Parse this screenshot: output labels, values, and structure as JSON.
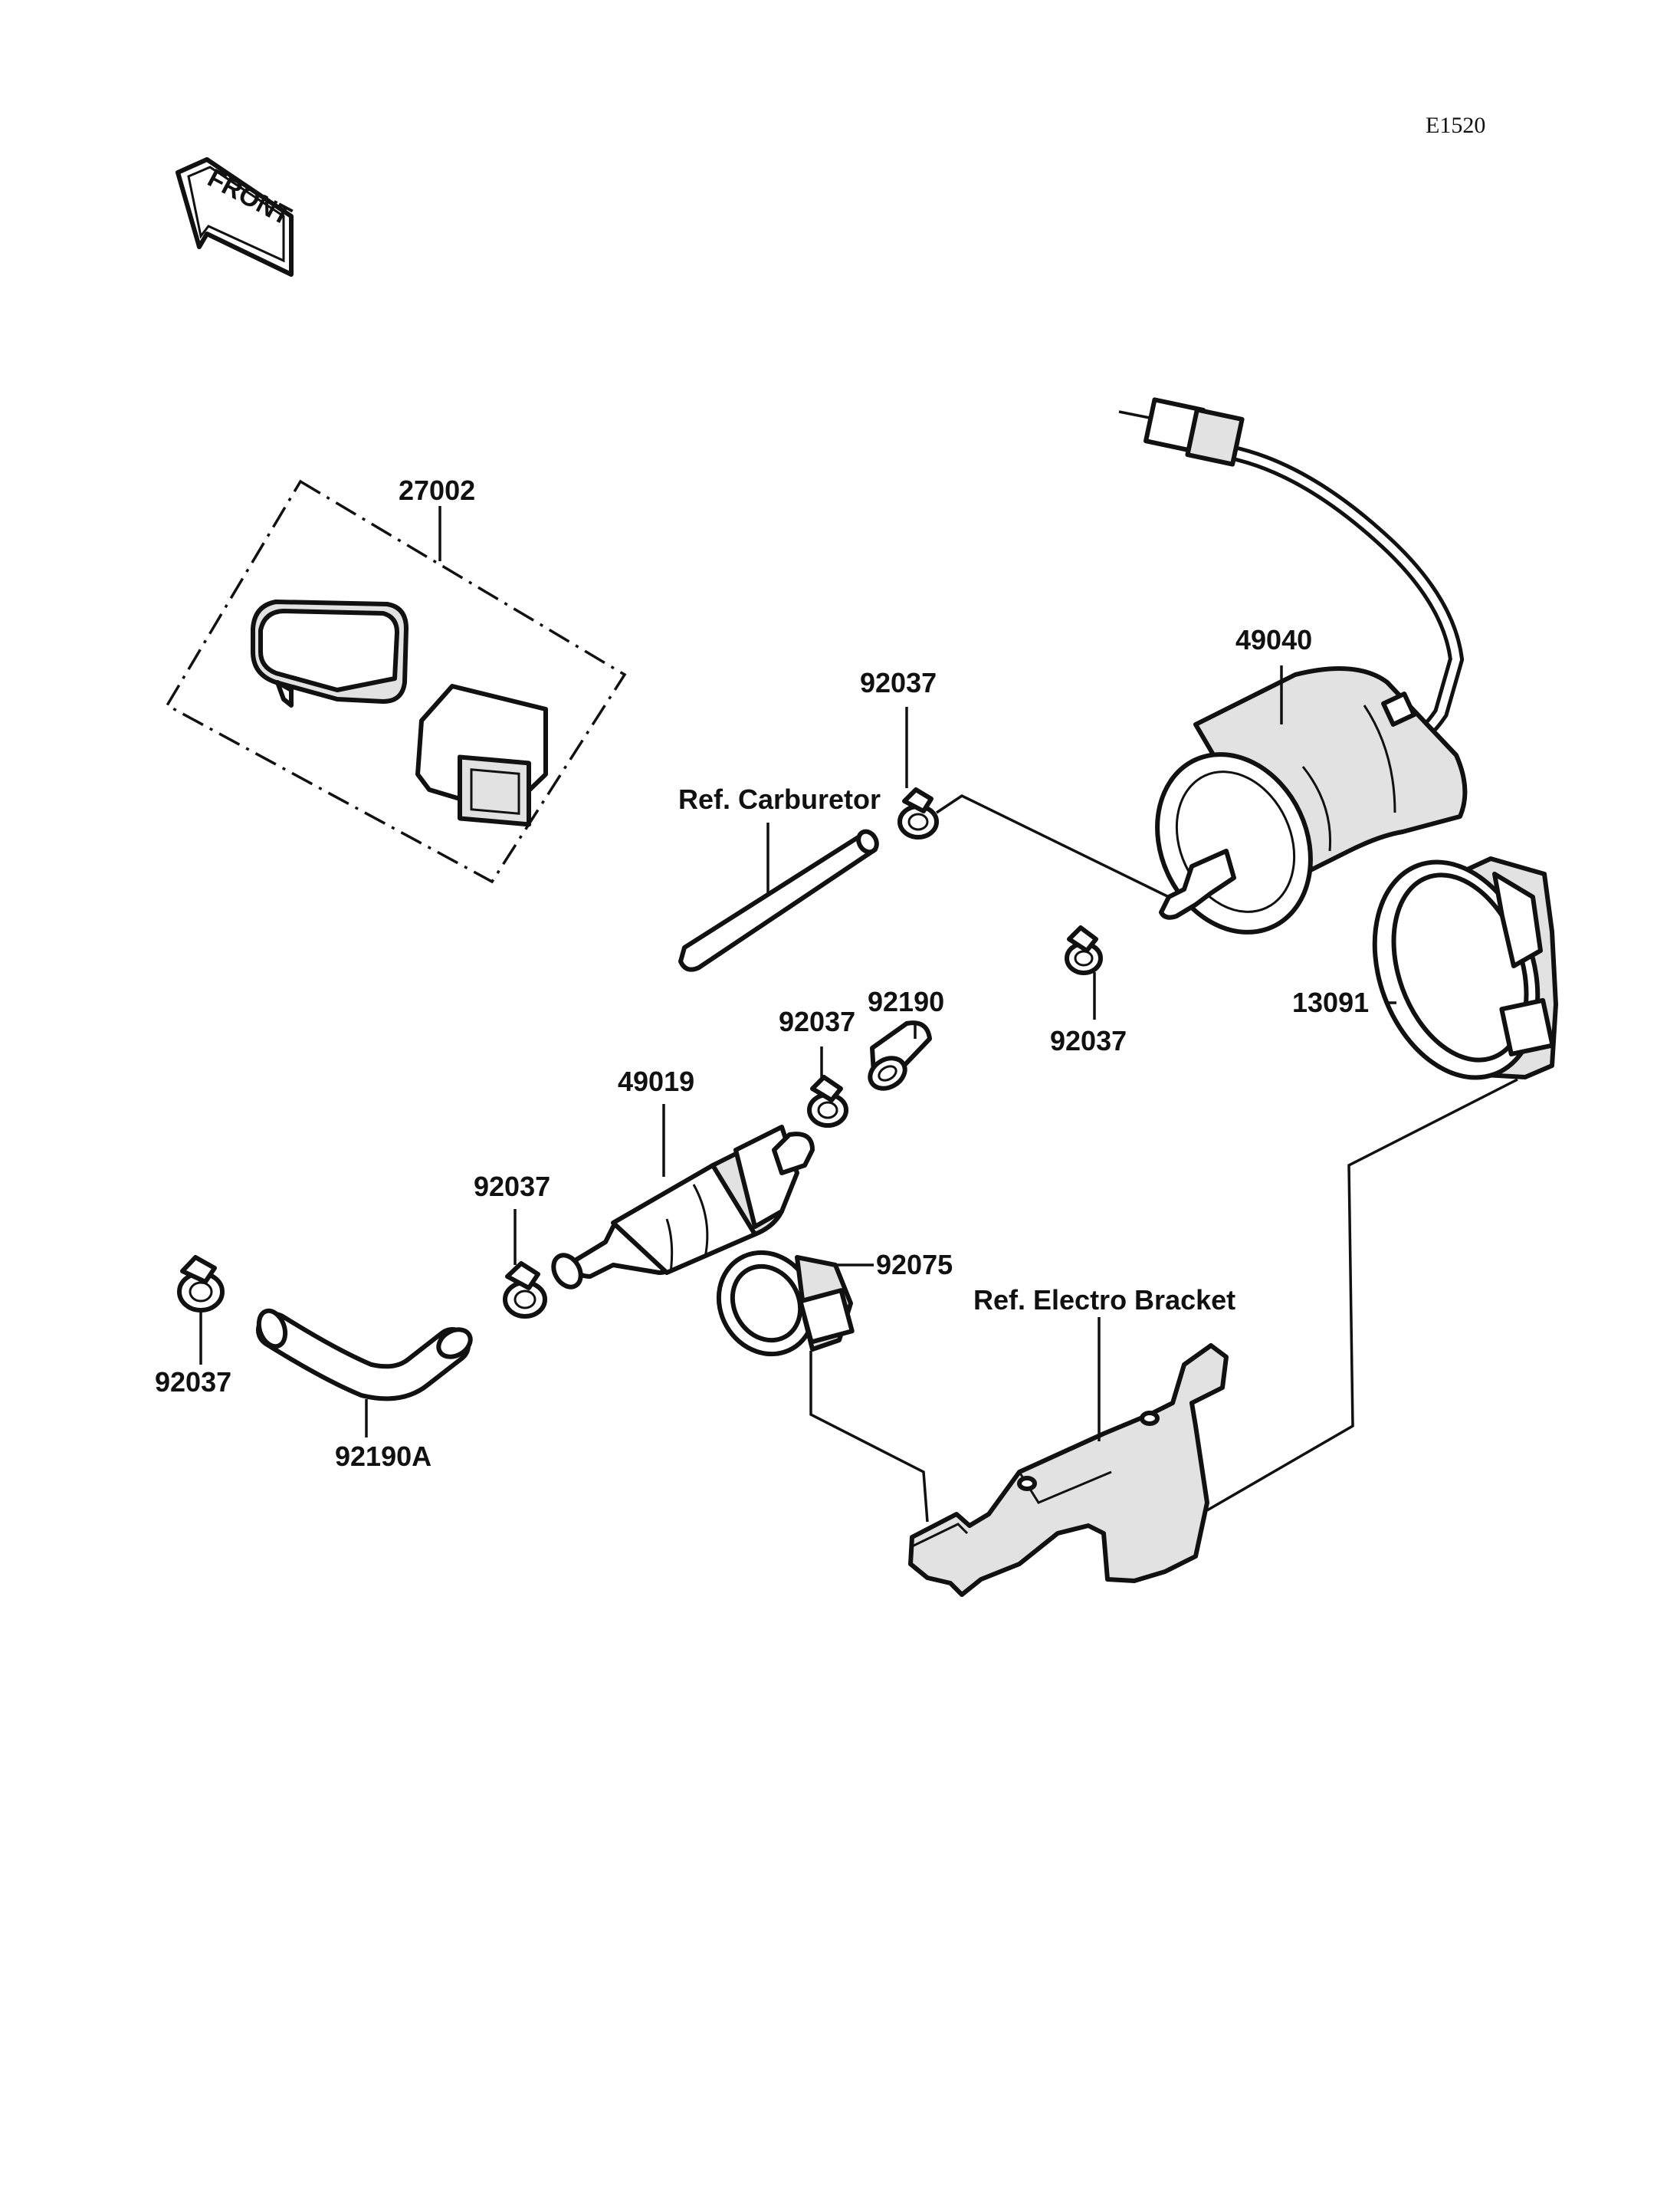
{
  "diagram_code": "E1520",
  "front_label": "FRONT",
  "callouts": {
    "relay_kit": "27002",
    "fuel_pump": "49040",
    "clamp_top": "92037",
    "carburetor_ref": "Ref. Carburetor",
    "clamp_mid_right": "92037",
    "hose_short": "92190",
    "clamp_mid": "92037",
    "fuel_filter": "49019",
    "clamp_filter": "92037",
    "clamp_left": "92037",
    "hose_bent": "92190A",
    "band_small": "92075",
    "bracket_ref": "Ref. Electro Bracket",
    "band_large": "13091"
  }
}
